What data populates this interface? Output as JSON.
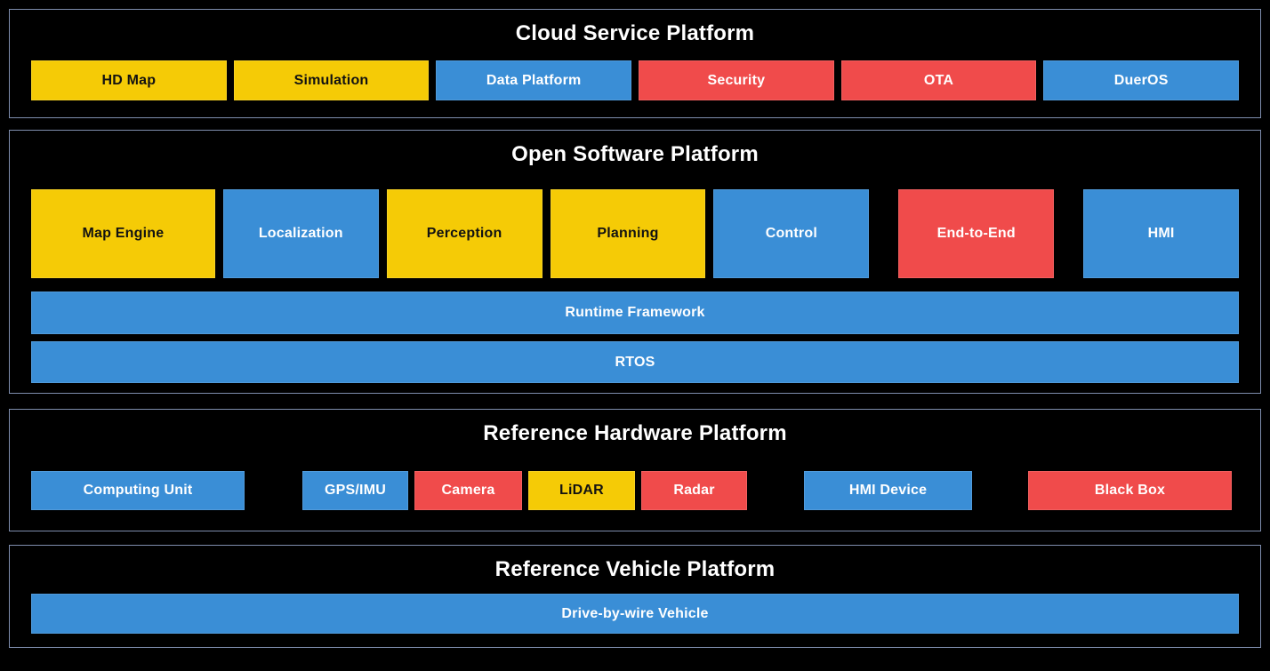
{
  "palette": {
    "yellow": "#F5CB06",
    "blue": "#3A8ED6",
    "red": "#F04B4B",
    "on_yellow": "#121212",
    "on_blue": "#FFFFFF",
    "on_red": "#FFFFFF",
    "section_border": "#94A6CB",
    "title_color": "#FFFFFF",
    "background_top": "#09090F",
    "background_bottom": "#87878F"
  },
  "cloud": {
    "title": "Cloud Service Platform",
    "items": [
      {
        "label": "HD Map",
        "color": "yellow"
      },
      {
        "label": "Simulation",
        "color": "yellow"
      },
      {
        "label": "Data Platform",
        "color": "blue"
      },
      {
        "label": "Security",
        "color": "red"
      },
      {
        "label": "OTA",
        "color": "red"
      },
      {
        "label": "DuerOS",
        "color": "blue"
      }
    ]
  },
  "software": {
    "title": "Open Software Platform",
    "modules": [
      {
        "label": "Map Engine",
        "color": "yellow"
      },
      {
        "label": "Localization",
        "color": "blue"
      },
      {
        "label": "Perception",
        "color": "yellow"
      },
      {
        "label": "Planning",
        "color": "yellow"
      },
      {
        "label": "Control",
        "color": "blue"
      },
      {
        "label": "End-to-End",
        "color": "red"
      },
      {
        "label": "HMI",
        "color": "blue"
      }
    ],
    "bars": [
      {
        "label": "Runtime Framework",
        "color": "blue"
      },
      {
        "label": "RTOS",
        "color": "blue"
      }
    ]
  },
  "hardware": {
    "title": "Reference Hardware Platform",
    "items": [
      {
        "label": "Computing Unit",
        "color": "blue"
      },
      {
        "label": "GPS/IMU",
        "color": "blue"
      },
      {
        "label": "Camera",
        "color": "red"
      },
      {
        "label": "LiDAR",
        "color": "yellow"
      },
      {
        "label": "Radar",
        "color": "red"
      },
      {
        "label": "HMI Device",
        "color": "blue"
      },
      {
        "label": "Black Box",
        "color": "red"
      }
    ]
  },
  "vehicle": {
    "title": "Reference Vehicle Platform",
    "bar": {
      "label": "Drive-by-wire Vehicle",
      "color": "blue"
    }
  }
}
